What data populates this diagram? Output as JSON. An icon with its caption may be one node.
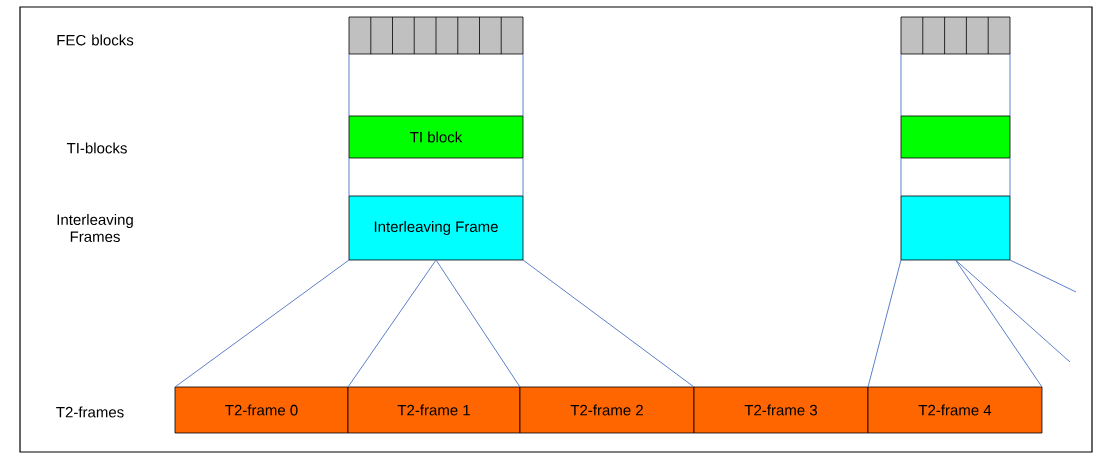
{
  "diagram": {
    "nodes": [
      {
        "text": [],
        "shape": "bar"
      },
      {
        "text": [
          "TI block"
        ]
      },
      {
        "text": [
          "Interleaving Frame"
        ]
      },
      {
        "text": [],
        "shape": "bar"
      },
      {
        "text": [],
        "shape": "box"
      },
      {
        "text": [],
        "shape": "box"
      },
      {
        "text": [
          "T2-frame 0"
        ]
      },
      {
        "text": [
          "T2-frame 1"
        ]
      },
      {
        "text": [
          "T2-frame 2"
        ]
      },
      {
        "text": [
          "T2-frame 3"
        ]
      },
      {
        "text": [
          "T2-frame 4"
        ]
      }
    ],
    "edges": [
      {
        "from": 0,
        "to": 1,
        "arrow": "none"
      },
      {
        "from": 1,
        "to": 2,
        "arrow": "none"
      },
      {
        "from": 3,
        "to": 4,
        "arrow": "none"
      },
      {
        "from": 4,
        "to": 5,
        "arrow": "none"
      },
      {
        "from": 2,
        "to": 6,
        "arrow": "none"
      },
      {
        "from": 2,
        "to": 7,
        "arrow": "none"
      },
      {
        "from": 2,
        "to": 8,
        "arrow": "none"
      },
      {
        "from": 5,
        "to": 10,
        "arrow": "none"
      },
      {
        "from": 5,
        "to": null,
        "arrow": "none"
      },
      {
        "from": 5,
        "to": null,
        "arrow": "none"
      }
    ],
    "labels": [
      "FEC blocks",
      "TI-blocks",
      "Interleaving Frames",
      "T2-frames"
    ]
  }
}
